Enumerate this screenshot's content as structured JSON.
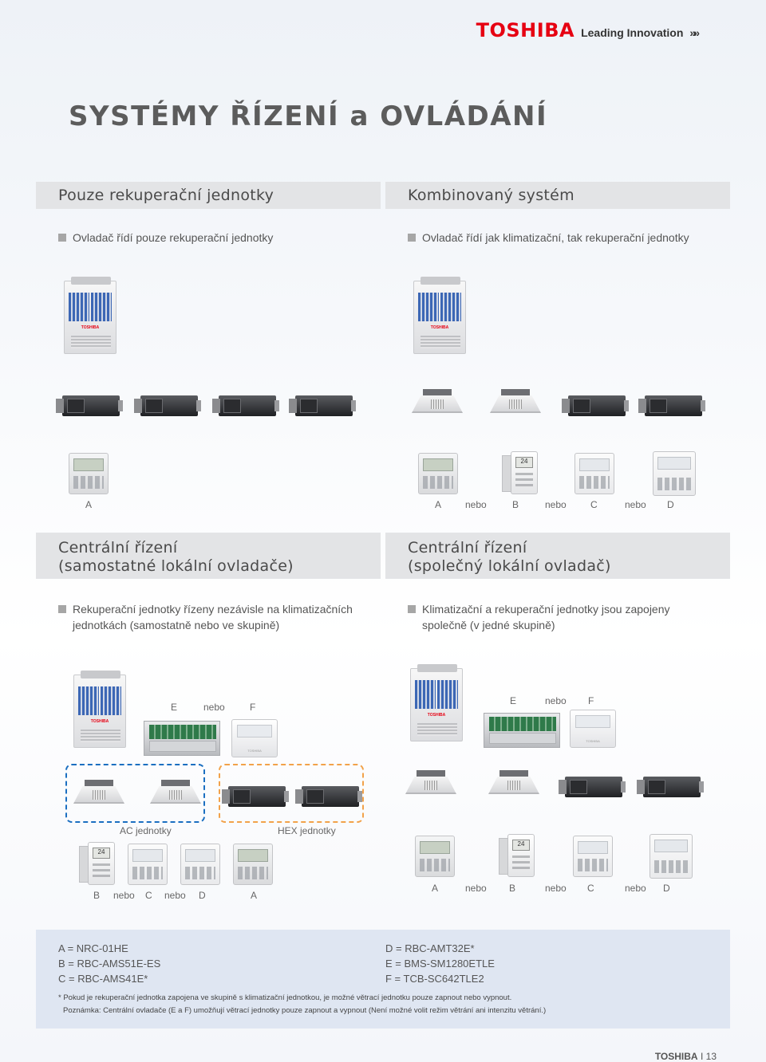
{
  "header": {
    "brand": "TOSHIBA",
    "tagline": "Leading Innovation",
    "arrow": "»»"
  },
  "title": "SYSTÉMY ŘÍZENÍ a OVLÁDÁNÍ",
  "sections": {
    "s1": {
      "title": "Pouze rekuperační jednotky",
      "bullet": "Ovladač řídí pouze rekuperační jednotky",
      "labels": [
        "A"
      ]
    },
    "s2": {
      "title": "Kombinovaný systém",
      "bullet": "Ovladač řídí jak klimatizační, tak rekuperační jednotky",
      "labels": [
        "A",
        "nebo",
        "B",
        "nebo",
        "C",
        "nebo",
        "D"
      ]
    },
    "s3": {
      "title_line1": "Centrální řízení",
      "title_line2": "(samostatné lokální ovladače)",
      "bullet_line1": "Rekuperační jednotky řízeny nezávisle na klimatizačních",
      "bullet_line2": "jednotkách (samostatně nebo ve skupině)",
      "central_labels": [
        "E",
        "nebo",
        "F"
      ],
      "ac_label": "AC jednotky",
      "hex_label": "HEX jednotky",
      "bottom_labels": [
        "B",
        "nebo",
        "C",
        "nebo",
        "D",
        "A"
      ]
    },
    "s4": {
      "title_line1": "Centrální řízení",
      "title_line2": "(společný lokální ovladač)",
      "bullet_line1": "Klimatizační a rekuperační jednotky jsou zapojeny",
      "bullet_line2": "společně (v jedné skupině)",
      "central_labels": [
        "E",
        "nebo",
        "F"
      ],
      "bottom_labels": [
        "A",
        "nebo",
        "B",
        "nebo",
        "C",
        "nebo",
        "D"
      ]
    }
  },
  "legend": {
    "left": [
      "A = NRC-01HE",
      "B = RBC-AMS51E-ES",
      "C = RBC-AMS41E*"
    ],
    "right": [
      "D = RBC-AMT32E*",
      "E = BMS-SM1280ETLE",
      "F = TCB-SC642TLE2"
    ],
    "note1": "* Pokud je rekuperační jednotka zapojena ve skupině s klimatizační jednotkou, je možné větrací jednotku pouze zapnout nebo vypnout.",
    "note2": "Poznámka: Centrální ovladače (E a F) umožňují větrací jednotky pouze zapnout a vypnout (Není možné volit režim větrání ani intenzitu větrání.)"
  },
  "display": {
    "temp": "24"
  },
  "footer": {
    "brand": "TOSHIBA",
    "sep": "I",
    "page": "13"
  }
}
